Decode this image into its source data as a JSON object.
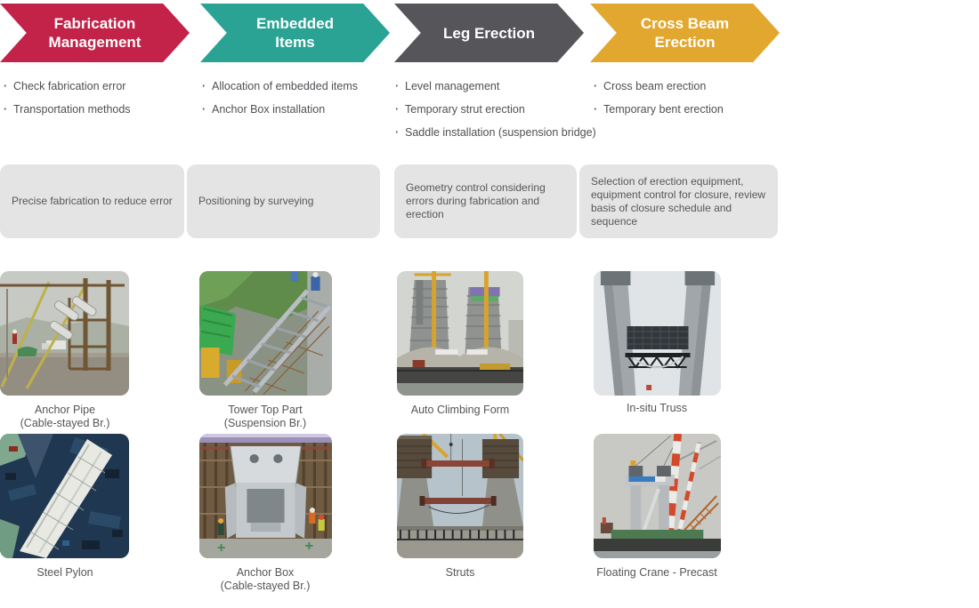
{
  "stages": [
    {
      "label_lines": [
        "Fabrication",
        "Management"
      ],
      "color": "#c42349",
      "bullets": [
        "Check fabrication error",
        "Transportation methods"
      ],
      "note": "Precise fabrication to reduce error"
    },
    {
      "label_lines": [
        "Embedded",
        "Items"
      ],
      "color": "#2aa394",
      "bullets": [
        "Allocation of embedded items",
        "Anchor Box installation"
      ],
      "note": "Positioning by surveying"
    },
    {
      "label_lines": [
        "Leg Erection"
      ],
      "color": "#55555a",
      "bullets": [
        "Level management",
        "Temporary strut erection",
        "Saddle installation (suspension bridge)"
      ],
      "note": "Geometry control considering errors during fabrication and erection"
    },
    {
      "label_lines": [
        "Cross Beam",
        "Erection"
      ],
      "color": "#e2a72e",
      "bullets": [
        "Cross beam erection",
        "Temporary bent erection"
      ],
      "note": "Selection of erection equipment, equipment control for closure, review basis of closure schedule and sequence"
    }
  ],
  "photos": [
    {
      "caption_lines": [
        "Anchor Pipe",
        "(Cable-stayed Br.)"
      ]
    },
    {
      "caption_lines": [
        "Tower Top Part",
        "(Suspension Br.)"
      ]
    },
    {
      "caption_lines": [
        "Auto Climbing Form"
      ]
    },
    {
      "caption_lines": [
        "In-situ Truss"
      ]
    },
    {
      "caption_lines": [
        "Steel Pylon"
      ]
    },
    {
      "caption_lines": [
        "Anchor Box",
        "(Cable-stayed Br.)"
      ]
    },
    {
      "caption_lines": [
        "Struts"
      ]
    },
    {
      "caption_lines": [
        "Floating Crane - Precast"
      ]
    }
  ],
  "colors": {
    "note_bg": "#e4e4e4",
    "arrow_text": "#ffffff"
  }
}
